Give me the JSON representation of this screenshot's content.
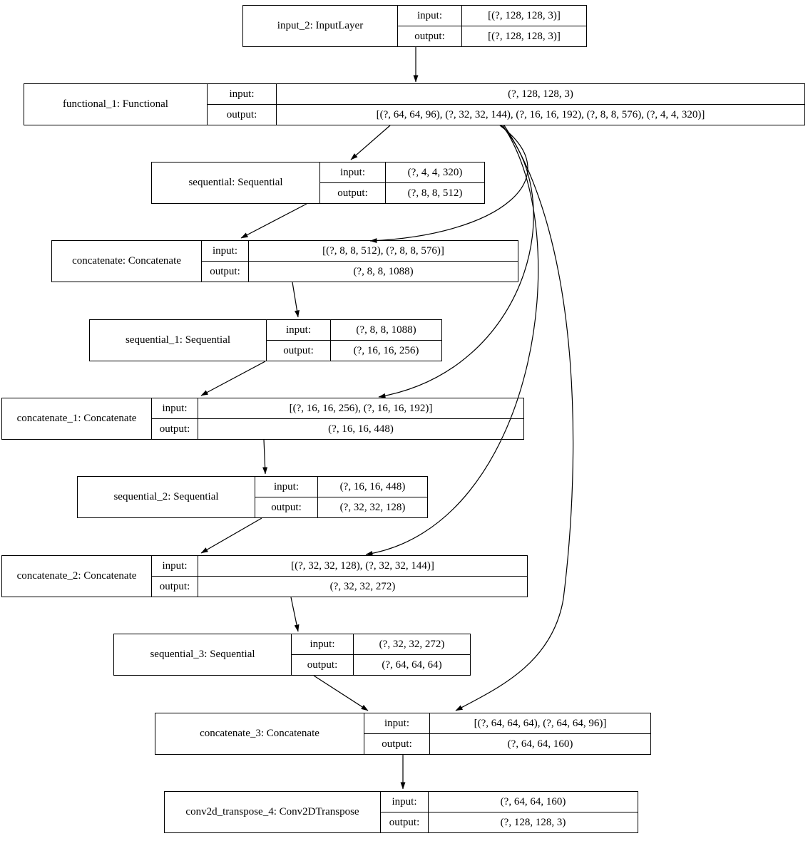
{
  "diagram": {
    "background_color": "#ffffff",
    "line_color": "#000000",
    "row_labels": {
      "input": "input:",
      "output": "output:"
    },
    "nodes": [
      {
        "id": "input_2",
        "title": "input_2: InputLayer",
        "input": "[(?, 128, 128, 3)]",
        "output": "[(?, 128, 128, 3)]"
      },
      {
        "id": "functional_1",
        "title": "functional_1: Functional",
        "input": "(?, 128, 128, 3)",
        "output": "[(?, 64, 64, 96), (?, 32, 32, 144), (?, 16, 16, 192), (?, 8, 8, 576), (?, 4, 4, 320)]"
      },
      {
        "id": "sequential",
        "title": "sequential: Sequential",
        "input": "(?, 4, 4, 320)",
        "output": "(?, 8, 8, 512)"
      },
      {
        "id": "concatenate",
        "title": "concatenate: Concatenate",
        "input": "[(?, 8, 8, 512), (?, 8, 8, 576)]",
        "output": "(?, 8, 8, 1088)"
      },
      {
        "id": "sequential_1",
        "title": "sequential_1: Sequential",
        "input": "(?, 8, 8, 1088)",
        "output": "(?, 16, 16, 256)"
      },
      {
        "id": "concatenate_1",
        "title": "concatenate_1: Concatenate",
        "input": "[(?, 16, 16, 256), (?, 16, 16, 192)]",
        "output": "(?, 16, 16, 448)"
      },
      {
        "id": "sequential_2",
        "title": "sequential_2: Sequential",
        "input": "(?, 16, 16, 448)",
        "output": "(?, 32, 32, 128)"
      },
      {
        "id": "concatenate_2",
        "title": "concatenate_2: Concatenate",
        "input": "[(?, 32, 32, 128), (?, 32, 32, 144)]",
        "output": "(?, 32, 32, 272)"
      },
      {
        "id": "sequential_3",
        "title": "sequential_3: Sequential",
        "input": "(?, 32, 32, 272)",
        "output": "(?, 64, 64, 64)"
      },
      {
        "id": "concatenate_3",
        "title": "concatenate_3: Concatenate",
        "input": "[(?, 64, 64, 64), (?, 64, 64, 96)]",
        "output": "(?, 64, 64, 160)"
      },
      {
        "id": "conv2d_transpose_4",
        "title": "conv2d_transpose_4: Conv2DTranspose",
        "input": "(?, 64, 64, 160)",
        "output": "(?, 128, 128, 3)"
      }
    ],
    "edges": [
      {
        "from": "input_2",
        "to": "functional_1"
      },
      {
        "from": "functional_1",
        "to": "sequential"
      },
      {
        "from": "sequential",
        "to": "concatenate"
      },
      {
        "from": "functional_1",
        "to": "concatenate"
      },
      {
        "from": "concatenate",
        "to": "sequential_1"
      },
      {
        "from": "sequential_1",
        "to": "concatenate_1"
      },
      {
        "from": "functional_1",
        "to": "concatenate_1"
      },
      {
        "from": "concatenate_1",
        "to": "sequential_2"
      },
      {
        "from": "sequential_2",
        "to": "concatenate_2"
      },
      {
        "from": "functional_1",
        "to": "concatenate_2"
      },
      {
        "from": "concatenate_2",
        "to": "sequential_3"
      },
      {
        "from": "sequential_3",
        "to": "concatenate_3"
      },
      {
        "from": "functional_1",
        "to": "concatenate_3"
      },
      {
        "from": "concatenate_3",
        "to": "conv2d_transpose_4"
      }
    ]
  }
}
